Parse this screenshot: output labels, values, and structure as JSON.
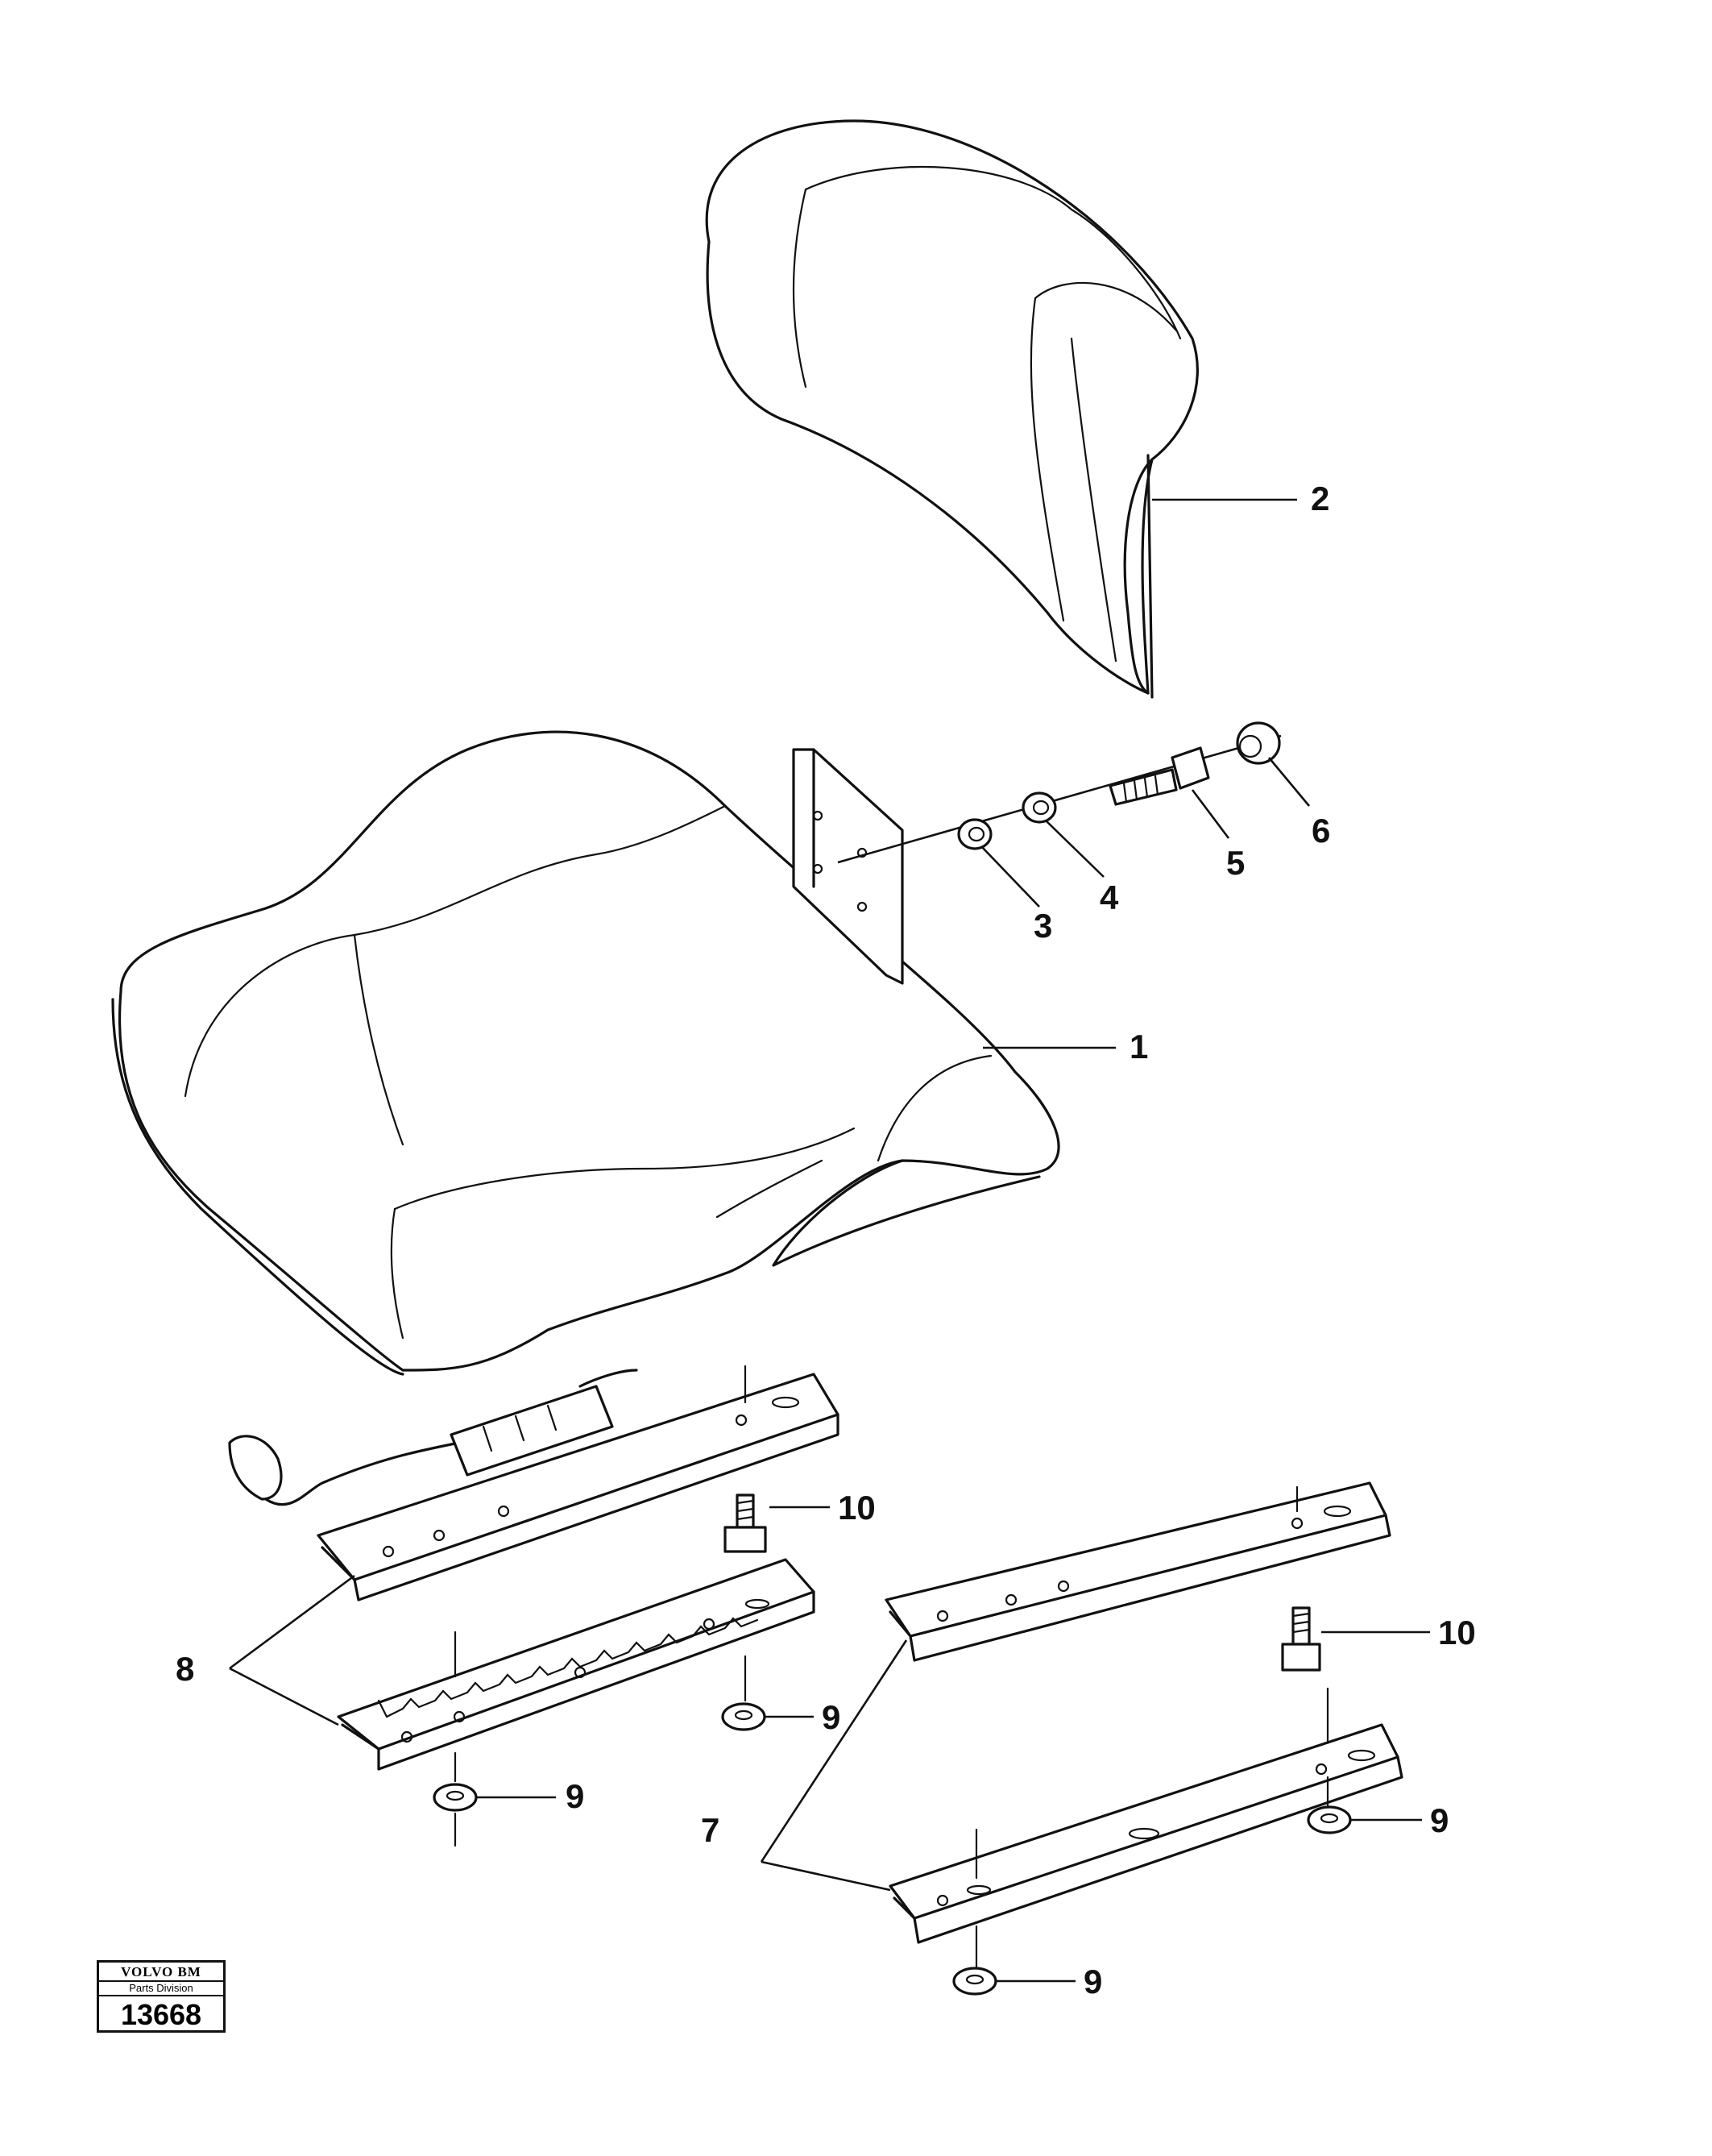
{
  "callouts": {
    "c1": "1",
    "c2": "2",
    "c3": "3",
    "c4": "4",
    "c5": "5",
    "c6": "6",
    "c7": "7",
    "c8": "8",
    "c9a": "9",
    "c9b": "9",
    "c9c": "9",
    "c9d": "9",
    "c10a": "10",
    "c10b": "10"
  },
  "stamp": {
    "brand": "VOLVO BM",
    "division": "Parts Division",
    "number": "13668"
  }
}
